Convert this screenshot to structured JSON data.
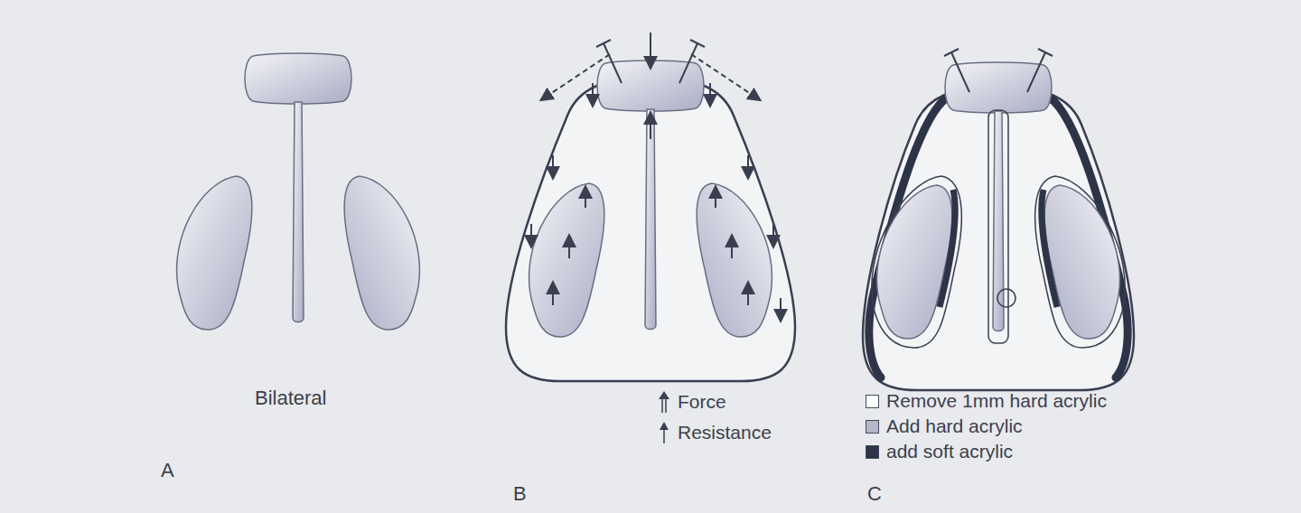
{
  "diagram": {
    "labels": [
      "Bilateral",
      "A",
      "B",
      "C"
    ],
    "legend": [
      {
        "text": "Force"
      },
      {
        "text": "Resistance"
      },
      {
        "text": "Remove 1mm hard acrylic",
        "color": "#ffffff"
      },
      {
        "text": "Add hard acrylic",
        "color": "#b4b7c8"
      },
      {
        "text": "add soft acrylic",
        "color": "#2e3448"
      }
    ]
  }
}
